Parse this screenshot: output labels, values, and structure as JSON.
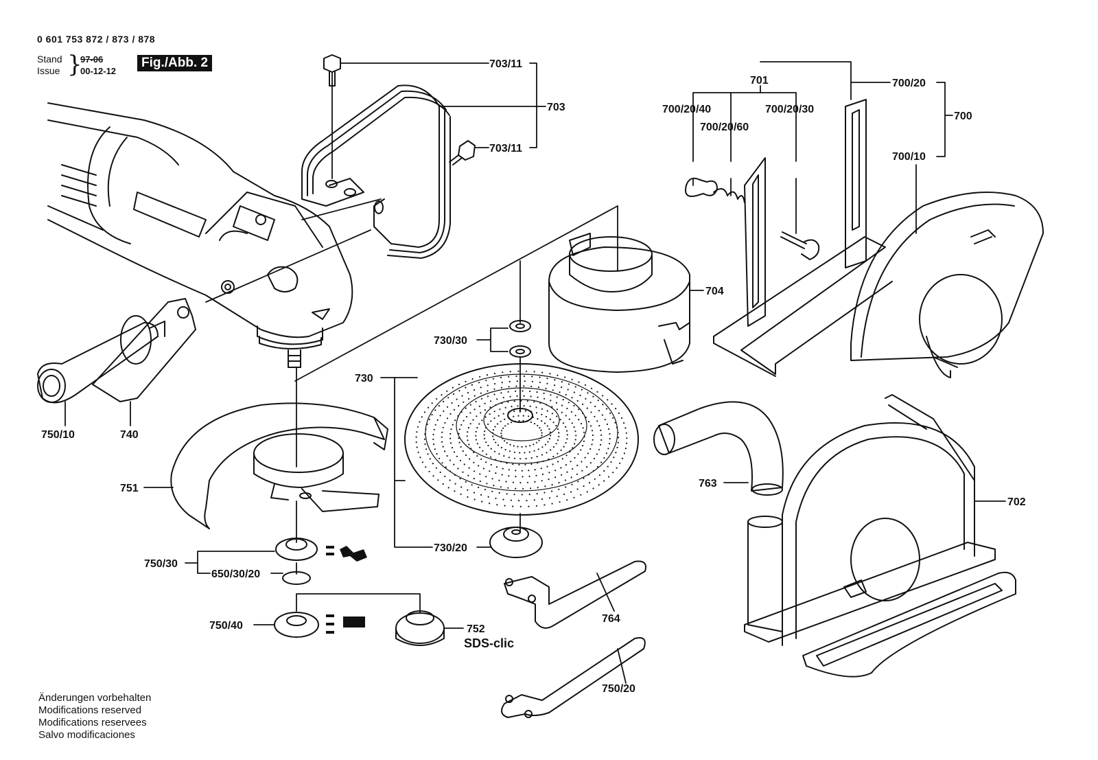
{
  "header": {
    "model_numbers": "0 601 753 872 / 873 / 878",
    "stand_label": "Stand",
    "stand_value": "97-06",
    "issue_label": "Issue",
    "issue_value": "00-12-12",
    "figure_label": "Fig./Abb. 2"
  },
  "parts": {
    "p703_11_a": "703/11",
    "p703_11_b": "703/11",
    "p703": "703",
    "p701": "701",
    "p700_20": "700/20",
    "p700": "700",
    "p700_20_40": "700/20/40",
    "p700_20_30": "700/20/30",
    "p700_20_60": "700/20/60",
    "p700_10": "700/10",
    "p704": "704",
    "p730_30": "730/30",
    "p730": "730",
    "p730_20": "730/20",
    "p750_10": "750/10",
    "p740": "740",
    "p751": "751",
    "p763": "763",
    "p702": "702",
    "p750_30": "750/30",
    "p650_30_20": "650/30/20",
    "p750_40": "750/40",
    "p752": "752",
    "p764": "764",
    "p750_20": "750/20"
  },
  "sds_label": "SDS-clic",
  "notes": [
    "Änderungen vorbehalten",
    "Modifications reserved",
    "Modifications reservees",
    "Salvo modificaciones"
  ]
}
